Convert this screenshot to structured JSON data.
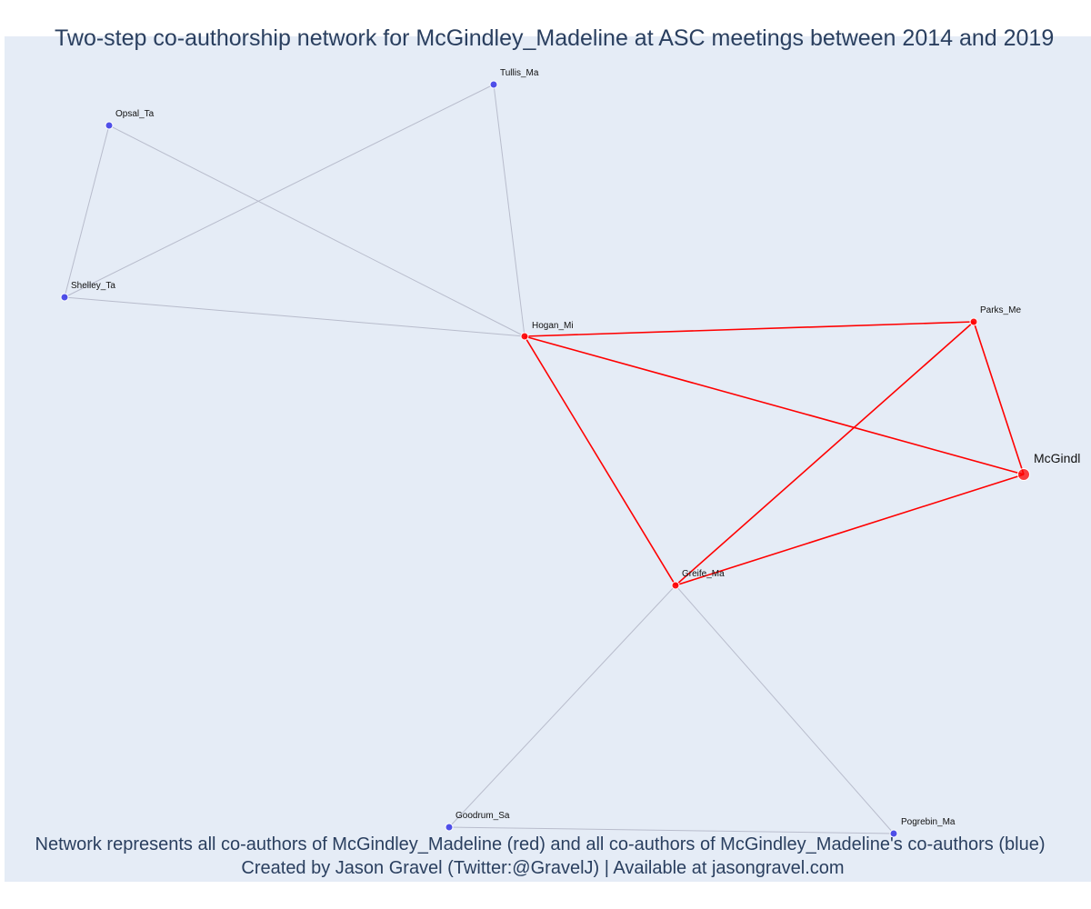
{
  "title": "Two-step co-authorship network for McGindley_Madeline at ASC meetings between 2014 and 2019",
  "footer": {
    "line1": "Network represents all co-authors of McGindley_Madeline (red) and all co-authors of McGindley_Madeline's co-authors (blue)",
    "line2": "Created by Jason Gravel (Twitter:@GravelJ) | Available at jasongravel.com"
  },
  "colors": {
    "first_step": "#ff0000",
    "second_step": "#3f3fe8",
    "edge_second": "#b8bccc",
    "background": "#e5ecf6",
    "text": "#2a3f5f"
  },
  "nodes": [
    {
      "id": "McGindley_Madeline",
      "label": "McGindl",
      "group": "ego"
    },
    {
      "id": "Hogan_Mi",
      "label": "Hogan_Mi",
      "group": "first"
    },
    {
      "id": "Parks_Me",
      "label": "Parks_Me",
      "group": "first"
    },
    {
      "id": "Greife_Ma",
      "label": "Greife_Ma",
      "group": "first"
    },
    {
      "id": "Tullis_Ma",
      "label": "Tullis_Ma",
      "group": "second"
    },
    {
      "id": "Opsal_Ta",
      "label": "Opsal_Ta",
      "group": "second"
    },
    {
      "id": "Shelley_Ta",
      "label": "Shelley_Ta",
      "group": "second"
    },
    {
      "id": "Goodrum_Sa",
      "label": "Goodrum_Sa",
      "group": "second"
    },
    {
      "id": "Pogrebin_Ma",
      "label": "Pogrebin_Ma",
      "group": "second"
    }
  ],
  "edges": [
    {
      "source": "McGindley_Madeline",
      "target": "Hogan_Mi",
      "kind": "first"
    },
    {
      "source": "McGindley_Madeline",
      "target": "Parks_Me",
      "kind": "first"
    },
    {
      "source": "McGindley_Madeline",
      "target": "Greife_Ma",
      "kind": "first"
    },
    {
      "source": "Hogan_Mi",
      "target": "Parks_Me",
      "kind": "first"
    },
    {
      "source": "Hogan_Mi",
      "target": "Greife_Ma",
      "kind": "first"
    },
    {
      "source": "Parks_Me",
      "target": "Greife_Ma",
      "kind": "first"
    },
    {
      "source": "Hogan_Mi",
      "target": "Tullis_Ma",
      "kind": "second"
    },
    {
      "source": "Hogan_Mi",
      "target": "Opsal_Ta",
      "kind": "second"
    },
    {
      "source": "Hogan_Mi",
      "target": "Shelley_Ta",
      "kind": "second"
    },
    {
      "source": "Shelley_Ta",
      "target": "Opsal_Ta",
      "kind": "second"
    },
    {
      "source": "Shelley_Ta",
      "target": "Tullis_Ma",
      "kind": "second"
    },
    {
      "source": "Greife_Ma",
      "target": "Goodrum_Sa",
      "kind": "second"
    },
    {
      "source": "Greife_Ma",
      "target": "Pogrebin_Ma",
      "kind": "second"
    },
    {
      "source": "Goodrum_Sa",
      "target": "Pogrebin_Ma",
      "kind": "second"
    }
  ]
}
